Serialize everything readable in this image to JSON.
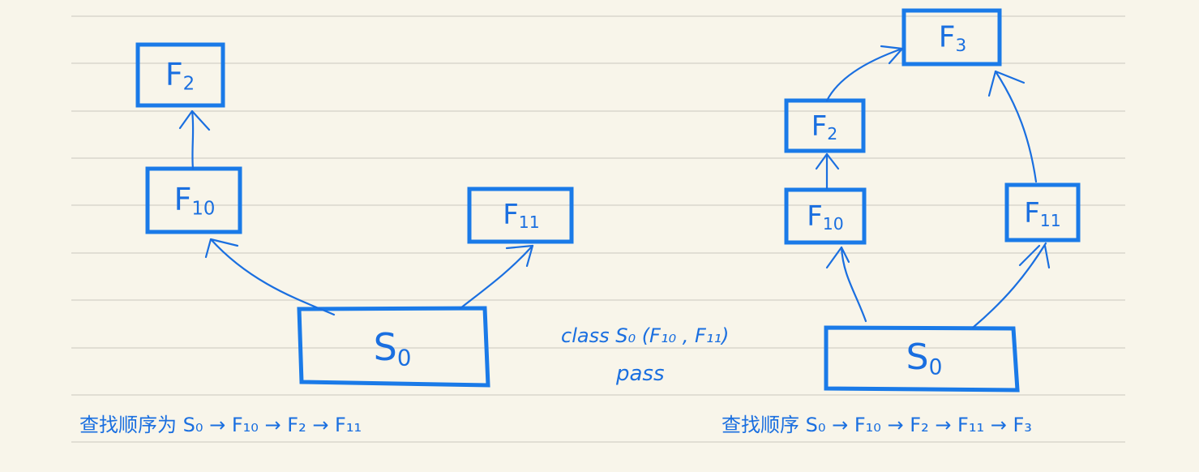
{
  "left_diagram": {
    "nodes": {
      "f2": {
        "main": "F",
        "sub": "2"
      },
      "f10": {
        "main": "F",
        "sub": "10"
      },
      "f11": {
        "main": "F",
        "sub": "11"
      },
      "s0": {
        "main": "S",
        "sub": "0"
      }
    },
    "caption": "查找顺序为 S₀ → F₁₀ → F₂ → F₁₁"
  },
  "right_diagram": {
    "nodes": {
      "f3": {
        "main": "F",
        "sub": "3"
      },
      "f2": {
        "main": "F",
        "sub": "2"
      },
      "f10": {
        "main": "F",
        "sub": "10"
      },
      "f11": {
        "main": "F",
        "sub": "11"
      },
      "s0": {
        "main": "S",
        "sub": "0"
      }
    },
    "caption": "查找顺序 S₀ → F₁₀ → F₂ → F₁₁ → F₃"
  },
  "code": {
    "line1": "class S₀ (F₁₀ , F₁₁)",
    "line2": "pass"
  },
  "colors": {
    "ink": "#1a7ae8",
    "paper": "#f8f5ea",
    "rule": "#d9d6cc"
  }
}
